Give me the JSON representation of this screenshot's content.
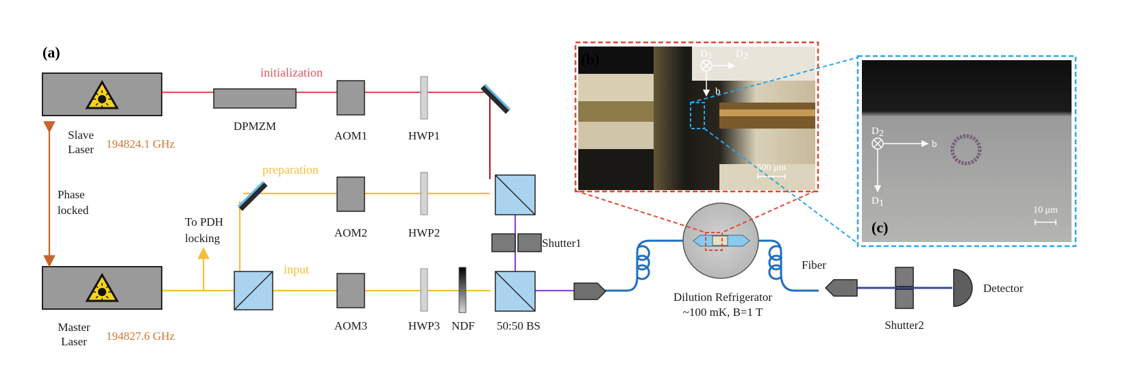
{
  "panels": {
    "a": "(a)",
    "b": "(b)",
    "c": "(c)"
  },
  "lasers": {
    "slave": {
      "line1": "Slave",
      "line2": "Laser",
      "freq": "194824.1 GHz"
    },
    "master": {
      "line1": "Master",
      "line2": "Laser",
      "freq": "194827.6 GHz"
    },
    "phase_lock": {
      "line1": "Phase",
      "line2": "locked"
    }
  },
  "beams": {
    "initialization": "initialization",
    "preparation": "preparation",
    "input": "input"
  },
  "components": {
    "dpmzm": "DPMZM",
    "aom1": "AOM1",
    "aom2": "AOM2",
    "aom3": "AOM3",
    "hwp1": "HWP1",
    "hwp2": "HWP2",
    "hwp3": "HWP3",
    "ndf": "NDF",
    "bs": "50:50 BS",
    "shutter1": "Shutter1",
    "shutter2": "Shutter2",
    "fiber": "Fiber",
    "detector": "Detector",
    "pdh_line1": "To PDH",
    "pdh_line2": "locking",
    "fridge_line1": "Dilution Refrigerator",
    "fridge_line2": "~100 mK, B=1 T"
  },
  "photo_b": {
    "d1": "D",
    "d1_sub": "1",
    "d2": "D",
    "d2_sub": "2",
    "b": "b",
    "scale": "500 μm"
  },
  "photo_c": {
    "d2": "D",
    "d2_sub": "2",
    "d1": "D",
    "d1_sub": "1",
    "b": "b",
    "scale": "10 μm"
  },
  "colors": {
    "init_beam": "#e05560",
    "prep_beam": "#f6be3b",
    "combined_beam": "#8e44d6",
    "fiber": "#1f6fbf",
    "freq_text": "#d8742f",
    "phase_arrow": "#c8642a",
    "red_dash": "#e3462f",
    "blue_dash": "#2aa5e8"
  }
}
